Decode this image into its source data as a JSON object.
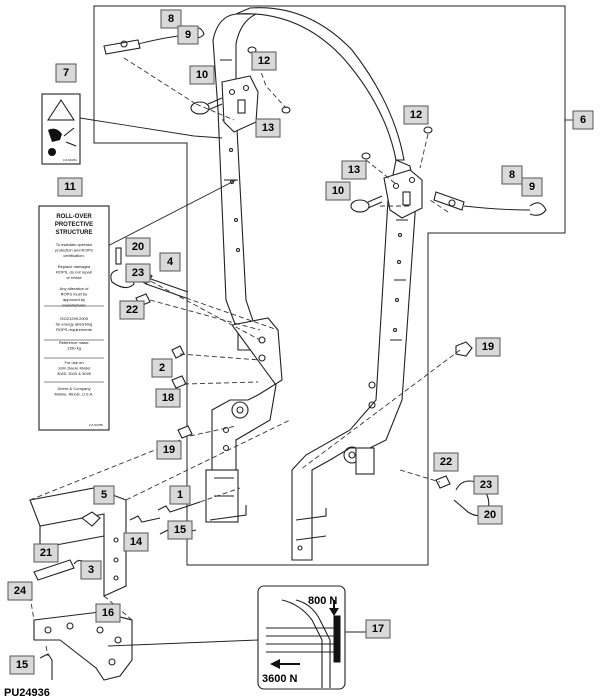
{
  "figure_id": "PU24936",
  "callouts": [
    "1",
    "2",
    "3",
    "4",
    "5",
    "6",
    "7",
    "8",
    "9",
    "10",
    "11",
    "12",
    "13",
    "14",
    "15",
    "16",
    "17",
    "18",
    "19",
    "20",
    "21",
    "22",
    "23",
    "24"
  ],
  "rops_label": {
    "heading1": "ROLL-OVER",
    "heading2": "PROTECTIVE",
    "heading3": "STRUCTURE",
    "p1": [
      "To maintain operator",
      "protection and ROPS",
      "certification:"
    ],
    "p2": [
      "Replace damaged",
      "ROPS, do not repair",
      "or revise"
    ],
    "p3": [
      "Any alteration of",
      "ROPS must be",
      "approved by",
      "manufacturer"
    ],
    "p4": [
      "ISO21299:2009",
      "for energy absorbing",
      "ROPS requirements"
    ],
    "p5": [
      "Reference mass:",
      "1150 kg"
    ],
    "p6": [
      "For use on",
      "John Deere Model",
      "3045, 3043 & 3049"
    ],
    "p7": [
      "Deere & Company",
      "Moline, Illinois, U.S.A."
    ],
    "code": "LVU16255"
  },
  "decal_code": "LVU16251",
  "inset": {
    "force_top": "800 N",
    "force_side": "3600 N"
  }
}
